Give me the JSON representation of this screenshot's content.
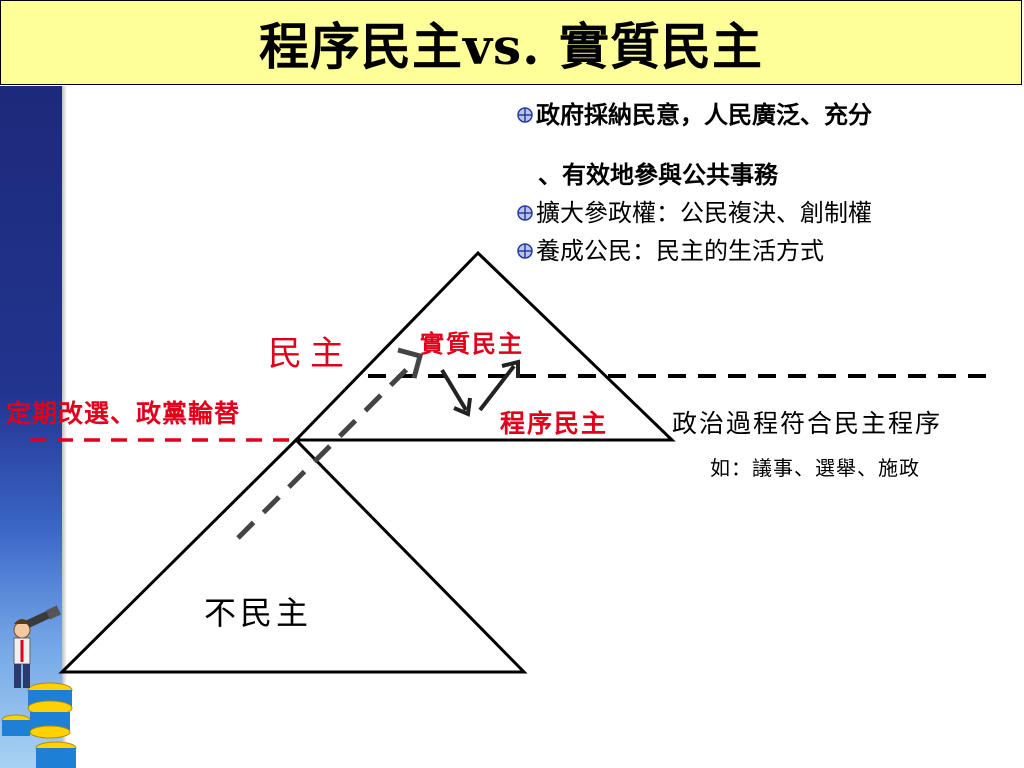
{
  "title": "程序民主vs. 實質民主",
  "bullets": {
    "b1_line1": "政府採納民意，人民廣泛、充分",
    "b1_line2": "、有效地參與公共事務",
    "b2": "擴大參政權：公民複決、創制權",
    "b3": "養成公民：民主的生活方式"
  },
  "labels": {
    "democracy": "民主",
    "substantive": "實質民主",
    "procedural": "程序民主",
    "regular_election": "定期改選、政黨輪替",
    "process_desc": "政治過程符合民主程序",
    "examples": "如：議事、選舉、施政",
    "undemocratic": "不民主"
  },
  "colors": {
    "title_bg": "#ffff99",
    "accent_red": "#e0001b",
    "band_blue": "#22348f",
    "line_dark": "#000000",
    "dash_gray": "#444444"
  },
  "icons": {
    "bullet": "globe-bullet-icon"
  }
}
